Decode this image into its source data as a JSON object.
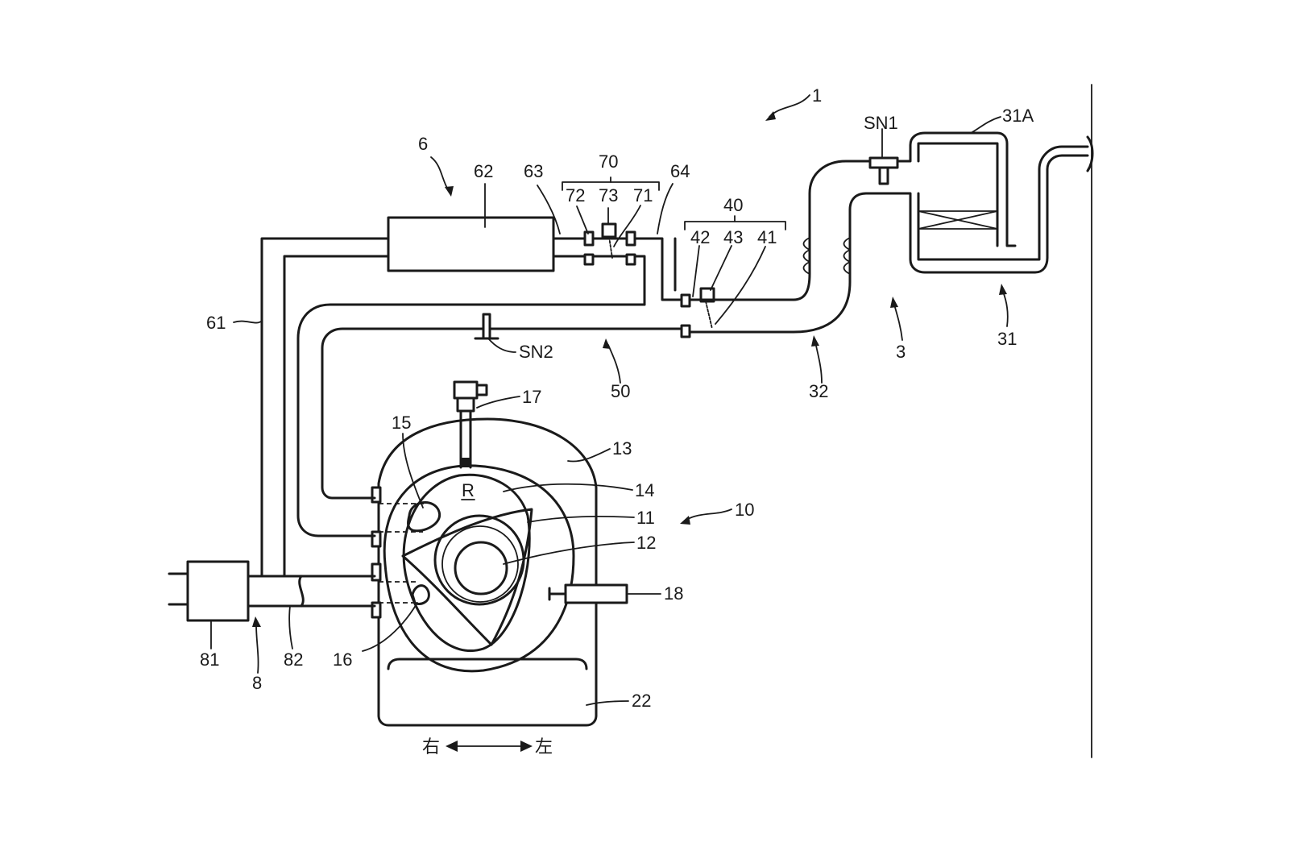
{
  "labels": {
    "system": "1",
    "exhaust_system": "3",
    "muffler": "31",
    "muffler_part": "31A",
    "exhaust_pipe": "32",
    "valve_unit_a": "40",
    "valve_a_pipe": "41",
    "valve_a_body": "42",
    "valve_a_actuator": "43",
    "passage_50": "50",
    "egr_system": "6",
    "egr_pipe": "61",
    "egr_cooler": "62",
    "pipe_63": "63",
    "pipe_64": "64",
    "valve_unit_b": "70",
    "valve_b_pipe": "71",
    "valve_b_body": "72",
    "valve_b_actuator": "73",
    "intake_system": "8",
    "air_cleaner": "81",
    "intake_pipe": "82",
    "engine": "10",
    "rotor": "11",
    "eccentric_shaft": "12",
    "housing": "13",
    "chamber": "14",
    "port_upper": "15",
    "port_lower": "16",
    "injector": "17",
    "sensor_18": "18",
    "oil_pan": "22",
    "sensor_sn1": "SN1",
    "sensor_sn2": "SN2",
    "rotor_mark": "R",
    "direction_right": "右",
    "direction_left": "左"
  }
}
